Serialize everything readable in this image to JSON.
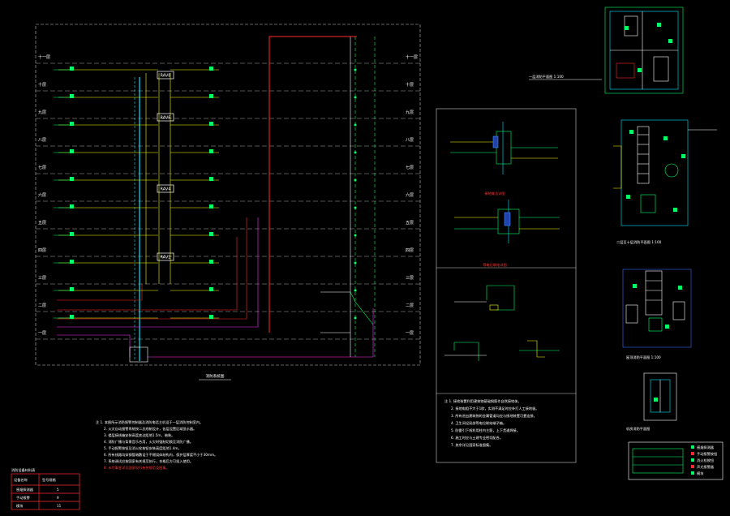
{
  "drawing": {
    "riser_title": "消防系统图",
    "floors": [
      "十一层",
      "十层",
      "九层",
      "八层",
      "七层",
      "六层",
      "五层",
      "四层",
      "三层",
      "二层",
      "一层"
    ],
    "floor_panel_labels": [
      "RAV8",
      "RAV6",
      "RAV4",
      "RAV2"
    ],
    "riser_notes": [
      "注 1. 本图所示消防报警控制器及消防电话主机设于一层消防控制室内。",
      "2. 火灾自动报警系统按二总线制设计，各层设置区域显示器。",
      "3. 楼层接线箱安装高度底边距地1.5m，暗装。",
      "4. 消防广播与背景音乐合用，火灾时强制切换至消防广播。",
      "5. 手动报警按钮及消火栓按钮安装高度距地1.4m。",
      "6. 所有线路均穿钢管暗敷设于不燃烧体结构内，保护层厚度不小于30mm。",
      "7. 系统调试应按国家有关规范执行，合格后方可投入使用。"
    ],
    "riser_notes_red": "8. 未尽事宜详见国家现行有关规范及图集。",
    "legend_table": {
      "title": "消防设备材料表",
      "header": [
        "设备名称",
        "型号规格"
      ],
      "rows": [
        [
          "感烟探测器",
          "5"
        ],
        [
          "手动报警",
          "9"
        ],
        [
          "模块",
          "11"
        ]
      ]
    },
    "detail_titles": [
      "接地做法详图",
      "等电位联结详图"
    ],
    "detail_notes": [
      "注 1. 接地装置利用建筑物基础钢筋作自然接地体。",
      "2. 接地电阻不大于1欧，实测不满足时应补打人工接地极。",
      "3. 所有进出建筑物的金属管道均应与接地装置可靠连接。",
      "4. 卫生间设局部等电位联结端子箱。",
      "5. 防雷引下线利用柱内主筋，上下贯通焊接。",
      "6. 施工时应与土建专业密切配合。",
      "7. 其余详见国家标准图集。"
    ],
    "plan_titles": [
      "一层消防平面图 1:100",
      "二层至十层消防平面图 1:100",
      "屋顶消防平面图 1:100",
      "机房消防平面图"
    ],
    "plan_legend": [
      "感烟探测器",
      "手动报警按钮",
      "消火栓按钮",
      "声光报警器",
      "模块"
    ]
  }
}
